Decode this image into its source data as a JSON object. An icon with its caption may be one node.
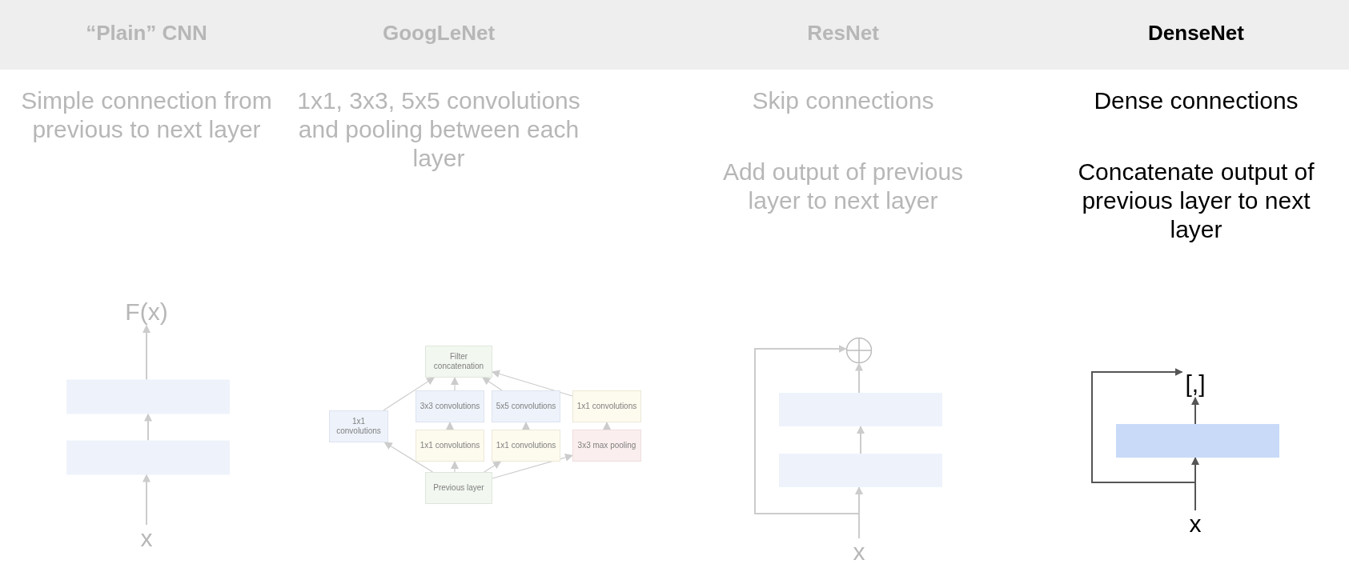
{
  "diagram": {
    "nodes": [
      {
        "text": [
          "F(x)"
        ]
      },
      {
        "text": [],
        "shape": "box"
      },
      {
        "text": [],
        "shape": "box"
      },
      {
        "text": [
          "x"
        ]
      },
      {
        "text": [
          "Filter concatenation"
        ]
      },
      {
        "text": [
          "1x1 convolutions"
        ]
      },
      {
        "text": [
          "3x3 convolutions"
        ]
      },
      {
        "text": [
          "5x5 convolutions"
        ]
      },
      {
        "text": [
          "1x1 convolutions"
        ]
      },
      {
        "text": [
          "1x1 convolutions"
        ]
      },
      {
        "text": [
          "1x1 convolutions"
        ]
      },
      {
        "text": [
          "3x3 max pooling"
        ]
      },
      {
        "text": [
          "Previous layer"
        ]
      },
      {
        "text": [],
        "shape": "circle"
      },
      {
        "text": [],
        "shape": "box"
      },
      {
        "text": [],
        "shape": "box"
      },
      {
        "text": [
          "x"
        ]
      },
      {
        "text": [
          "[,]"
        ]
      },
      {
        "text": [],
        "shape": "box"
      },
      {
        "text": [
          "x"
        ]
      }
    ],
    "edges": [
      {
        "from": 3,
        "to": 2,
        "arrow": "to"
      },
      {
        "from": 2,
        "to": 1,
        "arrow": "to"
      },
      {
        "from": 1,
        "to": 0,
        "arrow": "to"
      },
      {
        "from": 12,
        "to": 5,
        "arrow": "to"
      },
      {
        "from": 12,
        "to": 9,
        "arrow": "to"
      },
      {
        "from": 12,
        "to": 10,
        "arrow": "to"
      },
      {
        "from": 12,
        "to": 11,
        "arrow": "to"
      },
      {
        "from": 9,
        "to": 6,
        "arrow": "to"
      },
      {
        "from": 10,
        "to": 7,
        "arrow": "to"
      },
      {
        "from": 11,
        "to": 8,
        "arrow": "to"
      },
      {
        "from": 5,
        "to": 4,
        "arrow": "to"
      },
      {
        "from": 6,
        "to": 4,
        "arrow": "to"
      },
      {
        "from": 7,
        "to": 4,
        "arrow": "to"
      },
      {
        "from": 8,
        "to": 4,
        "arrow": "to"
      },
      {
        "from": 16,
        "to": 15,
        "arrow": "to"
      },
      {
        "from": 15,
        "to": 14,
        "arrow": "to"
      },
      {
        "from": 14,
        "to": 13,
        "arrow": "to"
      },
      {
        "from": 16,
        "to": 13,
        "arrow": "to"
      },
      {
        "from": 19,
        "to": 18,
        "arrow": "to",
        "color": "#555555"
      },
      {
        "from": 18,
        "to": 17,
        "arrow": "to",
        "color": "#555555"
      },
      {
        "from": 19,
        "to": 17,
        "arrow": "to",
        "color": "#555555"
      }
    ],
    "labels": [
      "“Plain” CNN",
      "GoogLeNet",
      "ResNet",
      "DenseNet",
      "Simple connection from previous to next layer",
      "1x1, 3x3, 5x5 convolutions and pooling between each layer",
      "Skip connections",
      "Dense connections",
      "Add output of previous layer to next layer",
      "Concatenate output of previous layer to next layer"
    ]
  }
}
